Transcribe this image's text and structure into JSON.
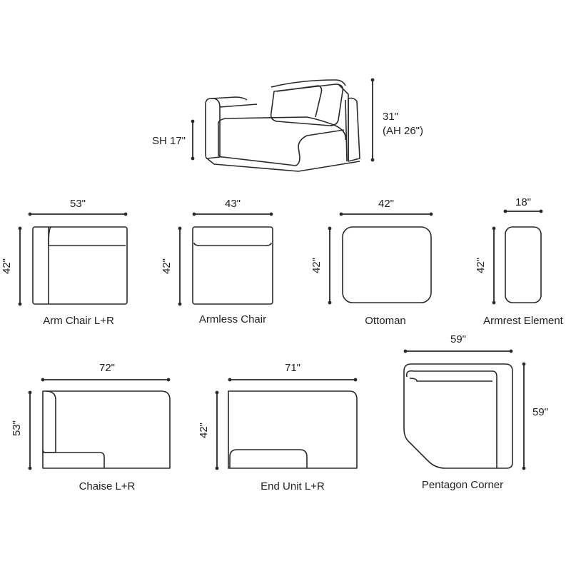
{
  "hero": {
    "seat_height": "SH 17\"",
    "height": "31\"",
    "arm_height": "(AH 26\")"
  },
  "modules": [
    {
      "name": "Arm Chair L+R",
      "width": "53\"",
      "depth": "42\""
    },
    {
      "name": "Armless Chair",
      "width": "43\"",
      "depth": "42\""
    },
    {
      "name": "Ottoman",
      "width": "42\"",
      "depth": "42\""
    },
    {
      "name": "Armrest Element",
      "width": "18\"",
      "depth": "42\""
    },
    {
      "name": "Chaise L+R",
      "width": "72\"",
      "depth": "53\""
    },
    {
      "name": "End Unit L+R",
      "width": "71\"",
      "depth": "42\""
    },
    {
      "name": "Pentagon Corner",
      "width": "59\"",
      "depth": "59\""
    }
  ],
  "colors": {
    "line": "#2a2a2a",
    "background": "#ffffff"
  }
}
